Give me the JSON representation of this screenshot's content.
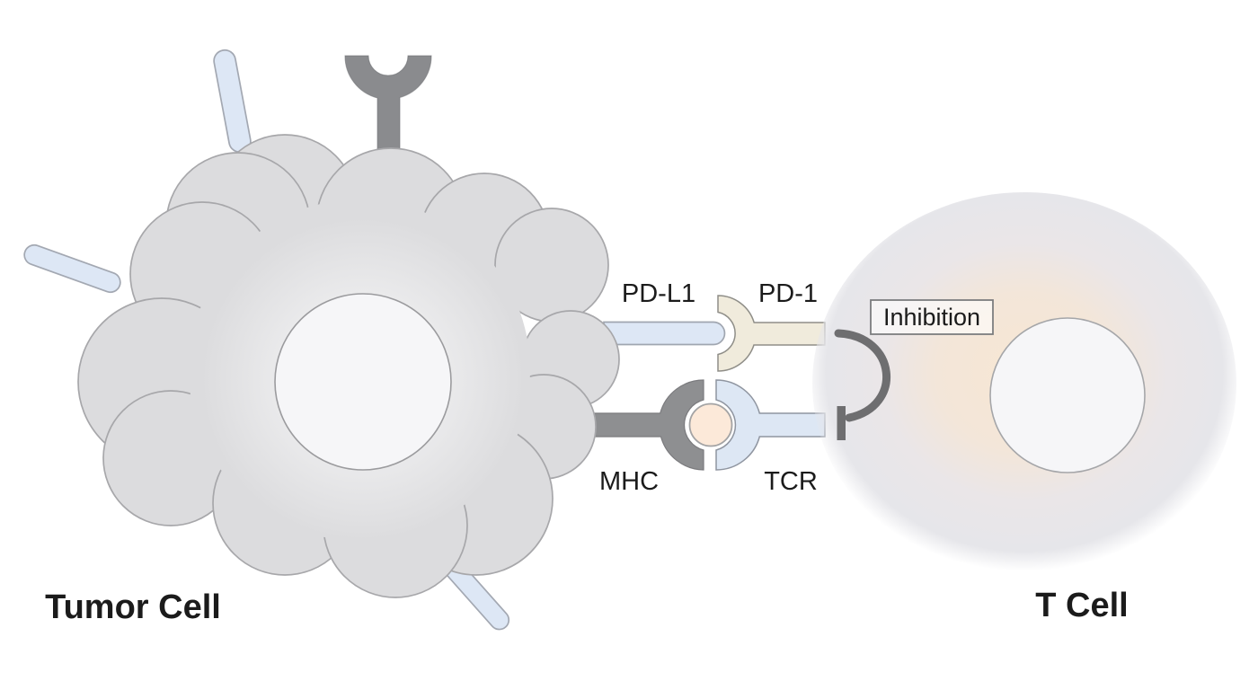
{
  "labels": {
    "tumor_cell": "Tumor Cell",
    "t_cell": "T Cell",
    "pdl1": "PD-L1",
    "pd1": "PD-1",
    "mhc": "MHC",
    "tcr": "TCR",
    "inhibition": "Inhibition"
  },
  "colors": {
    "background": "#ffffff",
    "tumor_body": "#dcdcde",
    "tumor_outline": "#a7a7aa",
    "protrusion_blue": "#dde7f5",
    "protrusion_outline": "#a3a8b2",
    "surface_receptor_gray": "#8a8b8e",
    "mhc_gray": "#8e8f91",
    "tcr_blue": "#dde7f4",
    "tcr_stalk_blue": "#e7edf7",
    "pd1_cream": "#f0ebdc",
    "pd1_stalk_cream": "#f3eee1",
    "pdl1_blue": "#dde7f5",
    "antigen_peach": "#fce9d9",
    "inhibition_arc_gray": "#6e6e70",
    "tcell_center": "#f7e7d3",
    "tcell_edge": "#e6e6ea",
    "nucleus_fill": "#f6f6f8",
    "nucleus_outline": "#a5a6a9",
    "label_text": "#1b1b1b",
    "inhibition_box_border": "#7c7d7f"
  }
}
